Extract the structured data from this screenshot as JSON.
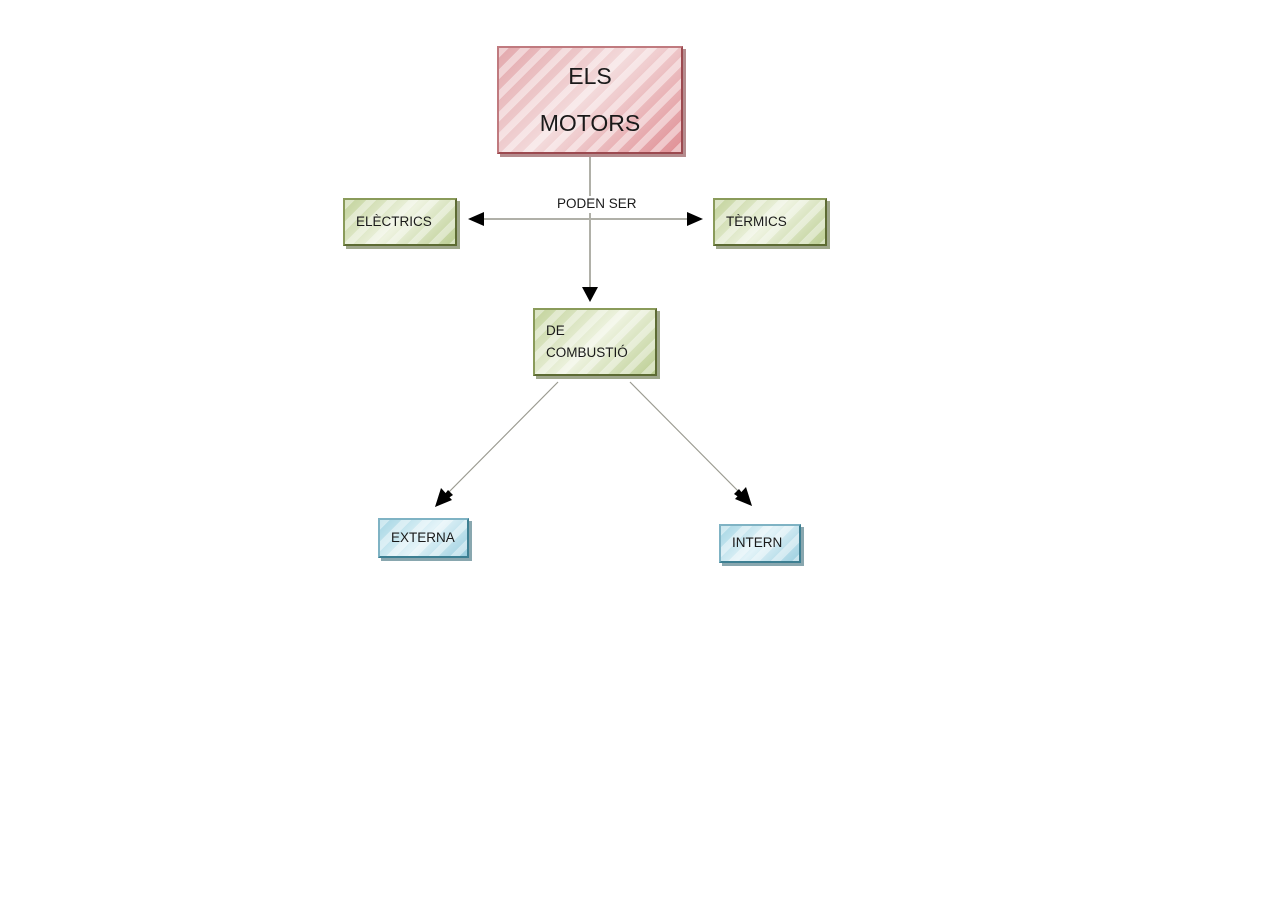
{
  "diagram": {
    "title": "ELS MOTORS",
    "background_color": "#ffffff",
    "nodes": [
      {
        "id": "root",
        "label_line1": "ELS",
        "label_line2": "MOTORS",
        "color": "#e9b4b7",
        "border_color": "#9c4a50",
        "shape": "rectangle"
      },
      {
        "id": "electrics",
        "label": "ELÈCTRICS",
        "color": "#cfdcae",
        "border_color": "#5d6b33",
        "shape": "rectangle"
      },
      {
        "id": "thermics",
        "label": "TÈRMICS",
        "color": "#cfdcae",
        "border_color": "#5d6b33",
        "shape": "rectangle"
      },
      {
        "id": "combustio",
        "label_line1": "DE",
        "label_line2": "COMBUSTIÓ",
        "color": "#cfdcae",
        "border_color": "#5d6b33",
        "shape": "rectangle"
      },
      {
        "id": "externa",
        "label": "EXTERNA",
        "color": "#b8e0ea",
        "border_color": "#3d7f92",
        "shape": "rectangle"
      },
      {
        "id": "intern",
        "label": "INTERN",
        "color": "#b8e0ea",
        "border_color": "#3d7f92",
        "shape": "rectangle"
      }
    ],
    "edges": [
      {
        "id": "root-to-hub",
        "from": "root",
        "to": "hub",
        "label": "",
        "arrow": false
      },
      {
        "id": "hub-to-electrics",
        "from": "hub",
        "to": "electrics",
        "label": "PODEN SER",
        "arrow": true
      },
      {
        "id": "hub-to-thermics",
        "from": "hub",
        "to": "thermics",
        "label": "",
        "arrow": true
      },
      {
        "id": "hub-to-combustio",
        "from": "hub",
        "to": "combustio",
        "label": "",
        "arrow": true
      },
      {
        "id": "combustio-to-externa",
        "from": "combustio",
        "to": "externa",
        "label": "",
        "arrow": true
      },
      {
        "id": "combustio-to-intern",
        "from": "combustio",
        "to": "intern",
        "label": "",
        "arrow": true
      }
    ],
    "edge_label": "PODEN SER",
    "connector_color": "#b0b0a8",
    "arrowhead_color": "#000000"
  }
}
